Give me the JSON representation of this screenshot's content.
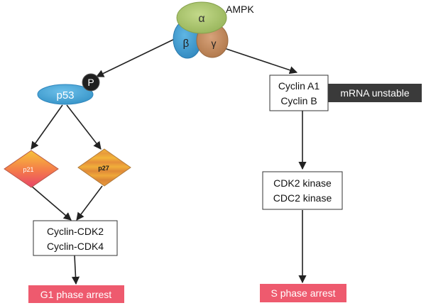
{
  "ampk": {
    "label": "AMPK",
    "alpha": "α",
    "beta": "β",
    "gamma": "γ",
    "colors": {
      "alpha": "#a9c46a",
      "beta": "#3e9bd0",
      "gamma": "#c28a5c"
    }
  },
  "phospho": {
    "label": "P"
  },
  "p53": {
    "label": "p53",
    "color": "#4aa6d8"
  },
  "p21": {
    "label": "p21"
  },
  "p27": {
    "label": "p27"
  },
  "cyclin_cdk": {
    "line1": "Cyclin-CDK2",
    "line2": "Cyclin-CDK4"
  },
  "g1_arrest": {
    "label": "G1 phase arrest",
    "color": "#ee5a6e"
  },
  "cyclins": {
    "line1": "Cyclin A1",
    "line2": "Cyclin B"
  },
  "mrna_badge": {
    "label": "mRNA unstable",
    "color": "#3a3a3a"
  },
  "kinases": {
    "line1": "CDK2 kinase",
    "line2": "CDC2 kinase"
  },
  "s_arrest": {
    "label": "S phase arrest",
    "color": "#ee5a6e"
  }
}
